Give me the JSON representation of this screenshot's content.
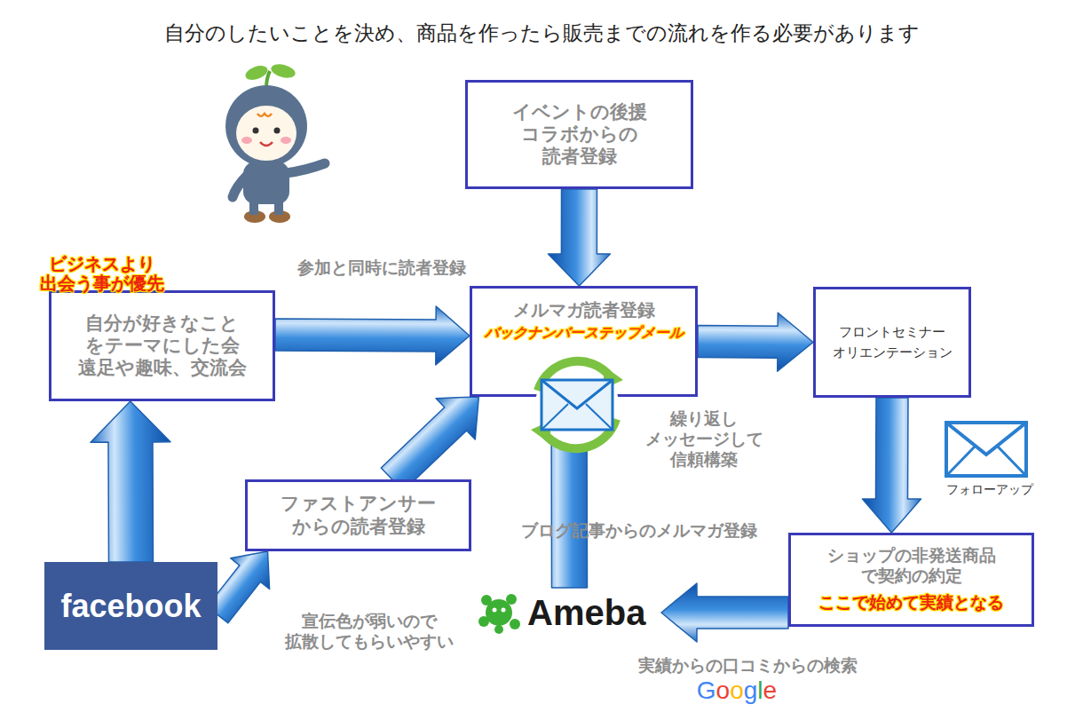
{
  "diagram": {
    "title": "自分のしたいことを決め、商品を作ったら販売までの流れを作る必要があります",
    "nodes": [
      {
        "text": [
          "イベントの後援 コラボからの 読者登録"
        ]
      },
      {
        "text": [
          "ビジネスより 出会う事が優先",
          "自分が好きなこと をテーマにした会 遠足や趣味、交流会"
        ]
      },
      {
        "text": [
          "メルマガ読者登録",
          "バックナンバーステップメール"
        ]
      },
      {
        "text": [
          "フロントセミナー オリエンテーション"
        ]
      },
      {
        "text": [
          "ファストアンサー からの読者登録"
        ]
      },
      {
        "text": [
          "facebook"
        ]
      },
      {
        "text": [
          "ショップの非発送商品 で契約の約定",
          "ここで始めて実績となる"
        ]
      },
      {
        "text": [
          "Ameba"
        ]
      }
    ],
    "edges": [
      {
        "from": 0,
        "to": 2,
        "arrow": "to"
      },
      {
        "from": 1,
        "to": 2,
        "label": "参加と同時に読者登録",
        "arrow": "to"
      },
      {
        "from": 2,
        "to": 3,
        "arrow": "to"
      },
      {
        "from": 3,
        "to": 6,
        "label": "フォローアップ",
        "arrow": "to"
      },
      {
        "from": 6,
        "to": 7,
        "label": "実績からの口コミからの検索",
        "arrow": "to"
      },
      {
        "from": 7,
        "to": 2,
        "label": "ブログ記事からのメルマガ登録",
        "arrow": "to"
      },
      {
        "from": 4,
        "to": 2,
        "arrow": "to"
      },
      {
        "from": 5,
        "to": 1,
        "arrow": "to"
      },
      {
        "from": 5,
        "to": 4,
        "label": "宣伝色が弱いので 拡散してもらいやすい",
        "arrow": "to"
      }
    ],
    "labels": [
      "繰り返し メッセージして 信頼構築",
      "Google"
    ]
  }
}
